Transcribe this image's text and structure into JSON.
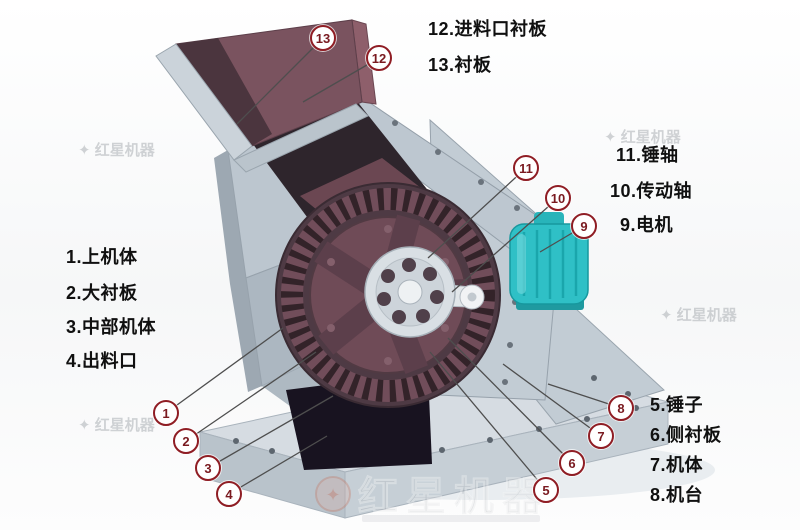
{
  "callouts": [
    {
      "num": "1",
      "label": "1.上机体"
    },
    {
      "num": "2",
      "label": "2.大衬板"
    },
    {
      "num": "3",
      "label": "3.中部机体"
    },
    {
      "num": "4",
      "label": "4.出料口"
    },
    {
      "num": "5",
      "label": "5.锤子"
    },
    {
      "num": "6",
      "label": "6.侧衬板"
    },
    {
      "num": "7",
      "label": "7.机体"
    },
    {
      "num": "8",
      "label": "8.机台"
    },
    {
      "num": "9",
      "label": "9.电机"
    },
    {
      "num": "10",
      "label": "10.传动轴"
    },
    {
      "num": "11",
      "label": "11.锤轴"
    },
    {
      "num": "12",
      "label": "12.进料口衬板"
    },
    {
      "num": "13",
      "label": "13.衬板"
    }
  ],
  "watermark": {
    "star_icon": "✦",
    "brand": "红星机器"
  },
  "colors": {
    "callout_border": "#8f1d24",
    "callout_number": "#7a1a20",
    "label_text": "#101010",
    "machine_maroon": "#6f4b57",
    "machine_dark_maroon": "#4e3a44",
    "machine_gray": "#c2ccd4",
    "base_gray": "#d6dce2",
    "motor_teal": "#2fc0c6",
    "opening_dark": "#181320"
  }
}
